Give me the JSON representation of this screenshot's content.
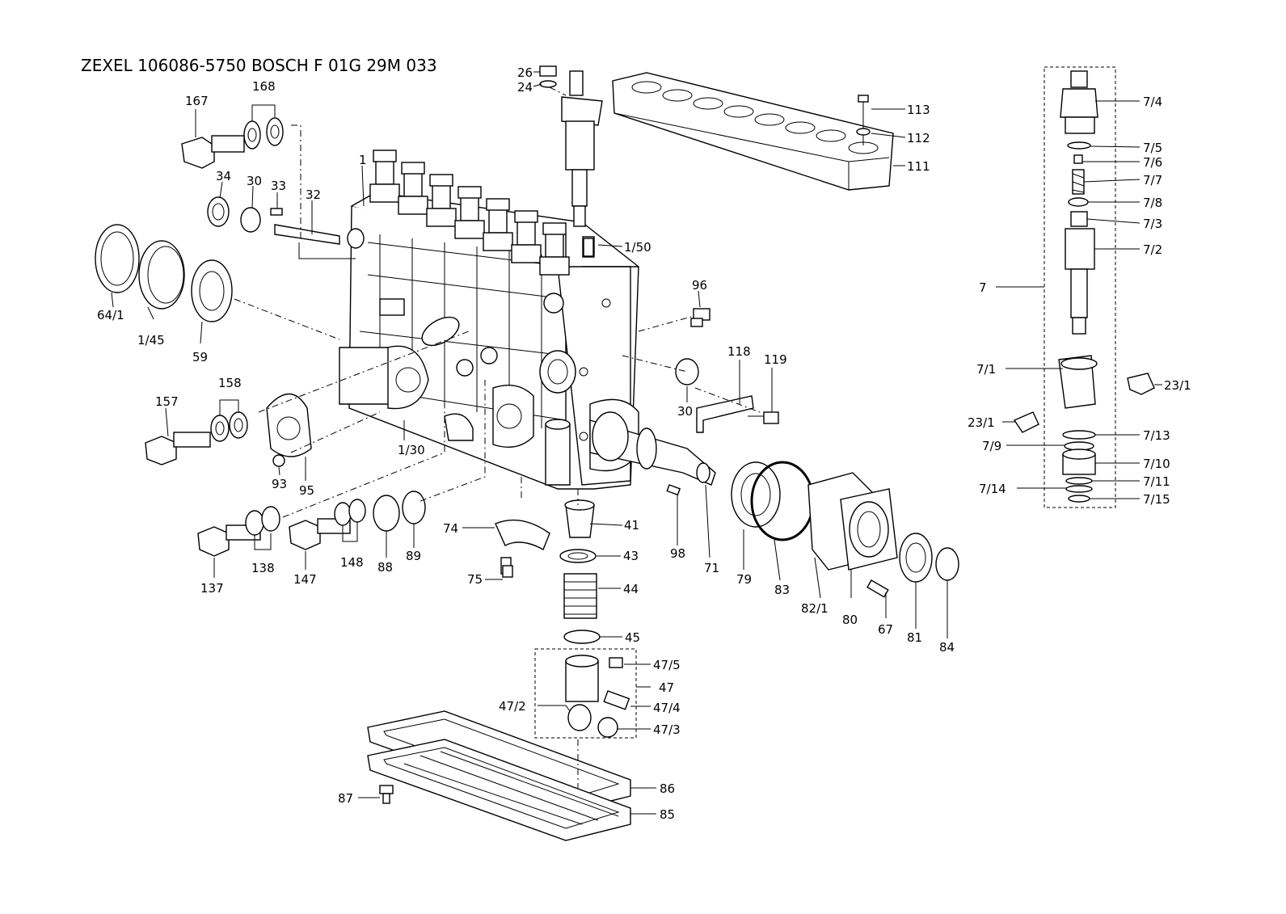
{
  "title": "ZEXEL 106086-5750  BOSCH F 01G 29M 033",
  "labels": {
    "p1": "1",
    "p26": "26",
    "p24": "24",
    "p113": "113",
    "p112": "112",
    "p111": "111",
    "p167": "167",
    "p168": "168",
    "p34": "34",
    "p30a": "30",
    "p33": "33",
    "p32": "32",
    "p150": "1/50",
    "p96": "96",
    "p641": "64/1",
    "p145": "1/45",
    "p59": "59",
    "p158": "158",
    "p157": "157",
    "p118": "118",
    "p119": "119",
    "p30b": "30",
    "p93": "93",
    "p95": "95",
    "p130": "1/30",
    "p74": "74",
    "p41": "41",
    "p98": "98",
    "p71": "71",
    "p43": "43",
    "p75": "75",
    "p44": "44",
    "p79": "79",
    "p83": "83",
    "p137": "137",
    "p138": "138",
    "p147": "147",
    "p148": "148",
    "p88": "88",
    "p89": "89",
    "p45": "45",
    "p821": "82/1",
    "p80": "80",
    "p67": "67",
    "p81": "81",
    "p84": "84",
    "p475": "47/5",
    "p47": "47",
    "p472": "47/2",
    "p474": "47/4",
    "p473": "47/3",
    "p86": "86",
    "p87": "87",
    "p85": "85",
    "p74a": "7/4",
    "p75a": "7/5",
    "p76": "7/6",
    "p77": "7/7",
    "p78": "7/8",
    "p73": "7/3",
    "p72": "7/2",
    "p7": "7",
    "p71a": "7/1",
    "p231a": "23/1",
    "p231b": "23/1",
    "p713": "7/13",
    "p79a": "7/9",
    "p710": "7/10",
    "p714": "7/14",
    "p711": "7/11",
    "p715": "7/15"
  }
}
